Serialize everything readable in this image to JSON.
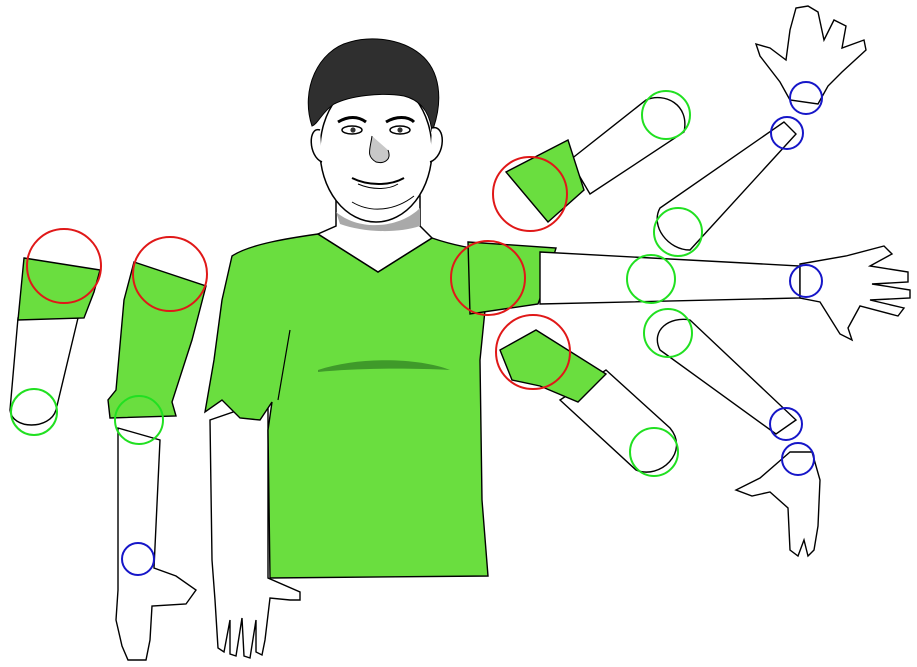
{
  "colors": {
    "shirt": "#6ade3f",
    "outline": "#000000",
    "shoulder_joint": "#e01818",
    "elbow_joint": "#21e021",
    "wrist_joint": "#1616c8",
    "hair": "#2f2f2f",
    "skin": "#ffffff",
    "neck_shadow": "#a9a9a9"
  },
  "figure": {
    "subject": "person-avatar",
    "garment": "v-neck-tshirt"
  },
  "joints": {
    "shoulder": {
      "marker": "circle",
      "color_key": "shoulder_joint"
    },
    "elbow": {
      "marker": "circle",
      "color_key": "elbow_joint"
    },
    "wrist": {
      "marker": "circle",
      "color_key": "wrist_joint"
    }
  },
  "arm_poses": [
    {
      "id": "upper-arm-only",
      "segments": [
        "upper-arm"
      ]
    },
    {
      "id": "full-arm-down",
      "segments": [
        "upper-arm",
        "forearm",
        "hand"
      ]
    },
    {
      "id": "raised-upward",
      "segments": [
        "upper-arm",
        "forearm",
        "hand"
      ]
    },
    {
      "id": "horizontal",
      "segments": [
        "upper-arm",
        "forearm",
        "hand"
      ]
    },
    {
      "id": "lowered-diagonal",
      "segments": [
        "upper-arm",
        "forearm",
        "hand"
      ]
    }
  ]
}
